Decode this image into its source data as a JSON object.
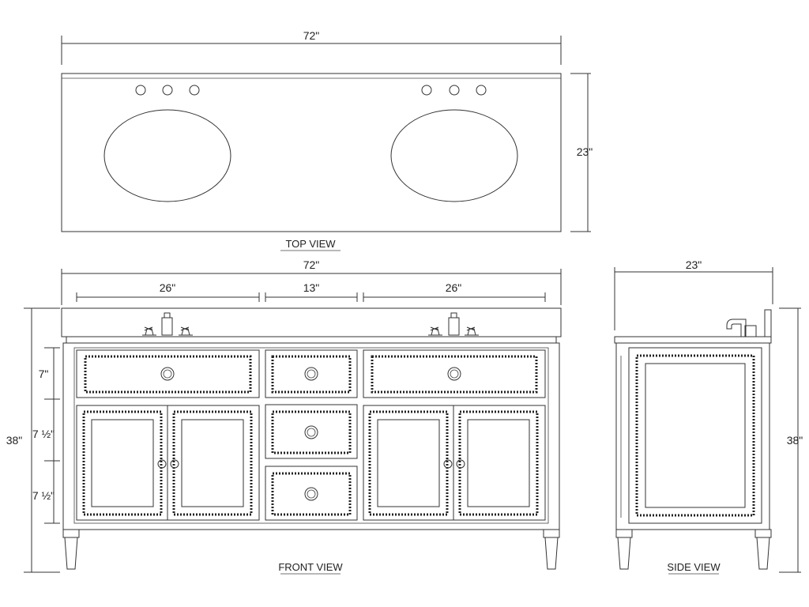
{
  "top_view": {
    "title": "TOP VIEW",
    "width_label": "72\"",
    "depth_label": "23\""
  },
  "front_view": {
    "title": "FRONT VIEW",
    "total_width_label": "72\"",
    "left_section_label": "26\"",
    "center_section_label": "13\"",
    "right_section_label": "26\"",
    "height_label": "38\"",
    "drawer_height_label": "7\"",
    "middle_height_label": "7 ½\"",
    "bottom_height_label": "7 ½\""
  },
  "side_view": {
    "title": "SIDE VIEW",
    "depth_label": "23\"",
    "height_label": "38\""
  }
}
